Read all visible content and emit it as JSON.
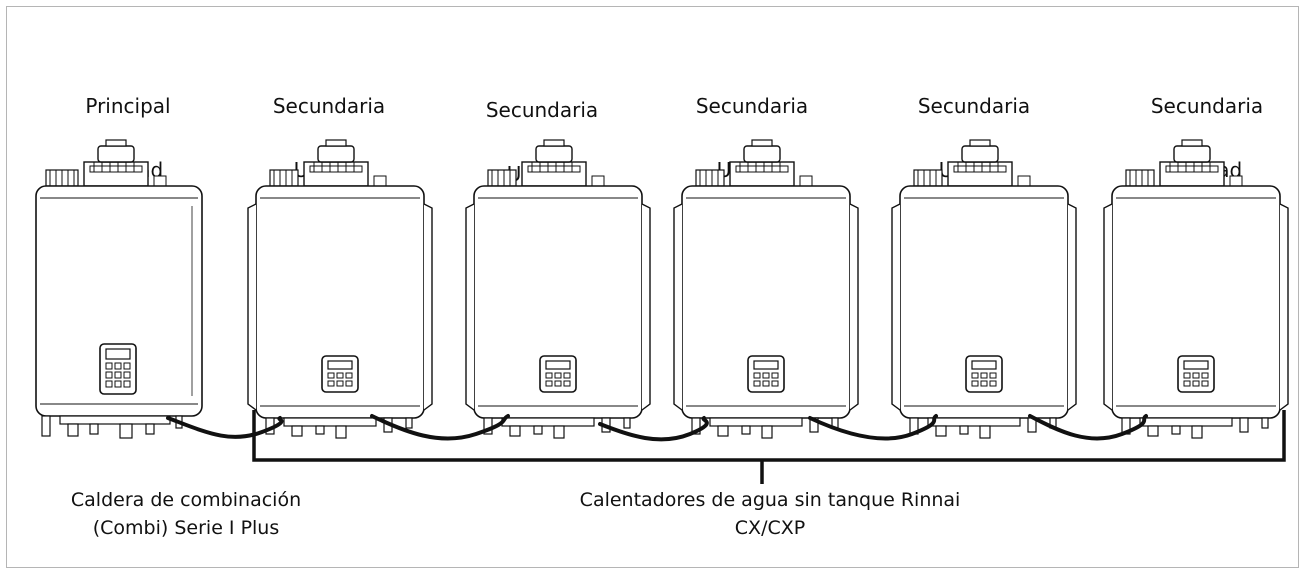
{
  "units": [
    {
      "role": "Principal",
      "label": "Unidad"
    },
    {
      "role": "Secundaria",
      "label": "Unidad"
    },
    {
      "role": "Secundaria",
      "label": "Unidad"
    },
    {
      "role": "Secundaria",
      "label": "Unidad"
    },
    {
      "role": "Secundaria",
      "label": "Unidad"
    },
    {
      "role": "Secundaria",
      "label": "Unidad"
    }
  ],
  "captions": {
    "combi_line1": "Caldera de combinación",
    "combi_line2": "(Combi) Serie I Plus",
    "water_heaters": "Calentadores de agua sin tanque Rinnai CX/CXP"
  },
  "colors": {
    "line": "#111111",
    "border": "#b5b5b5"
  }
}
